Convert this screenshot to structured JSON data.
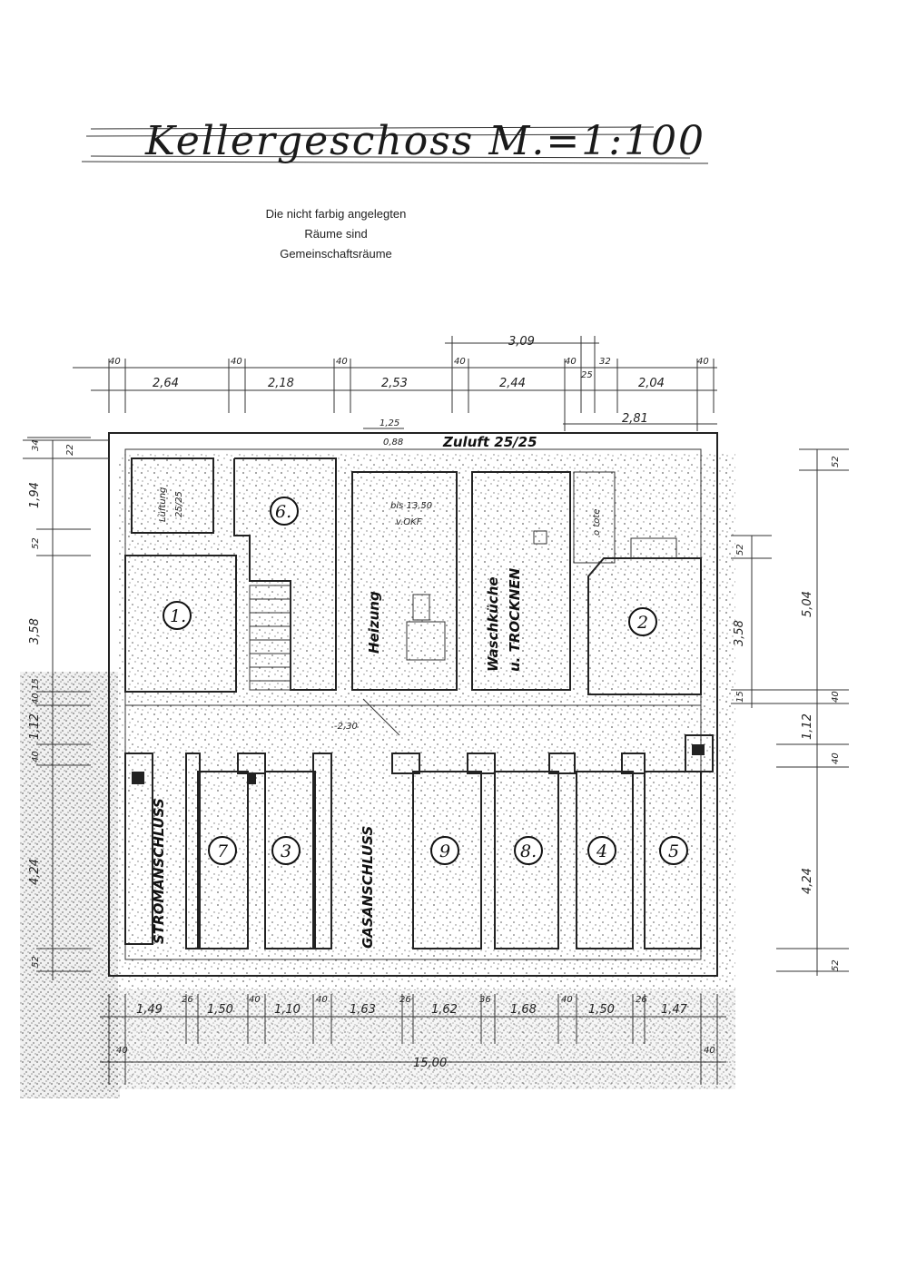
{
  "title": "Kellergeschoss  M.=1:100",
  "note": [
    "Die nicht farbig angelegten",
    "Räume sind",
    "Gemeinschaftsräume"
  ],
  "top_dimensions": {
    "row1": [
      "2,64",
      "2,18",
      "2,53",
      "2,44",
      "2,04"
    ],
    "walls": [
      "40",
      "40",
      "40",
      "40",
      "40",
      "32",
      "40",
      "25"
    ],
    "upper": "3,09",
    "lower": "2,81",
    "opening_a": "1,25",
    "opening_b": "0,88"
  },
  "left_dimensions": [
    "34",
    "22",
    "1,94",
    "52",
    "3,58",
    "15",
    "40",
    "1,12",
    "40",
    "4,24",
    "52"
  ],
  "right_dimensions": [
    "52",
    "52",
    "5,04",
    "3,58",
    "15",
    "40",
    "1,12",
    "40",
    "4,24",
    "52"
  ],
  "bottom_dimensions": {
    "row": [
      "1,49",
      "1,50",
      "1,10",
      "1,63",
      "1,62",
      "1,68",
      "1,50",
      "1,47"
    ],
    "walls": [
      "26",
      "40",
      "40",
      "26",
      "36",
      "40",
      "26"
    ],
    "total": "15,00",
    "end_left": "40",
    "end_right": "40"
  },
  "labels": {
    "lueftung": "Lüftung",
    "lueftung_size": "25/25",
    "heizung": "Heizung",
    "heizung_note_1": "bis 13,50",
    "heizung_note_2": "v.OKF",
    "zuluft": "Zuluft 25/25",
    "waschkueche": "Waschküche",
    "trocknen": "u. TROCKNEN",
    "tote": "o tote",
    "stromanschluss": "STROMANSCHLUSS",
    "gasanschluss": "GASANSCHLUSS",
    "level": "-2,30"
  },
  "rooms": [
    "1.",
    "2",
    "6.",
    "7",
    "3",
    "9",
    "8.",
    "4",
    "5"
  ]
}
